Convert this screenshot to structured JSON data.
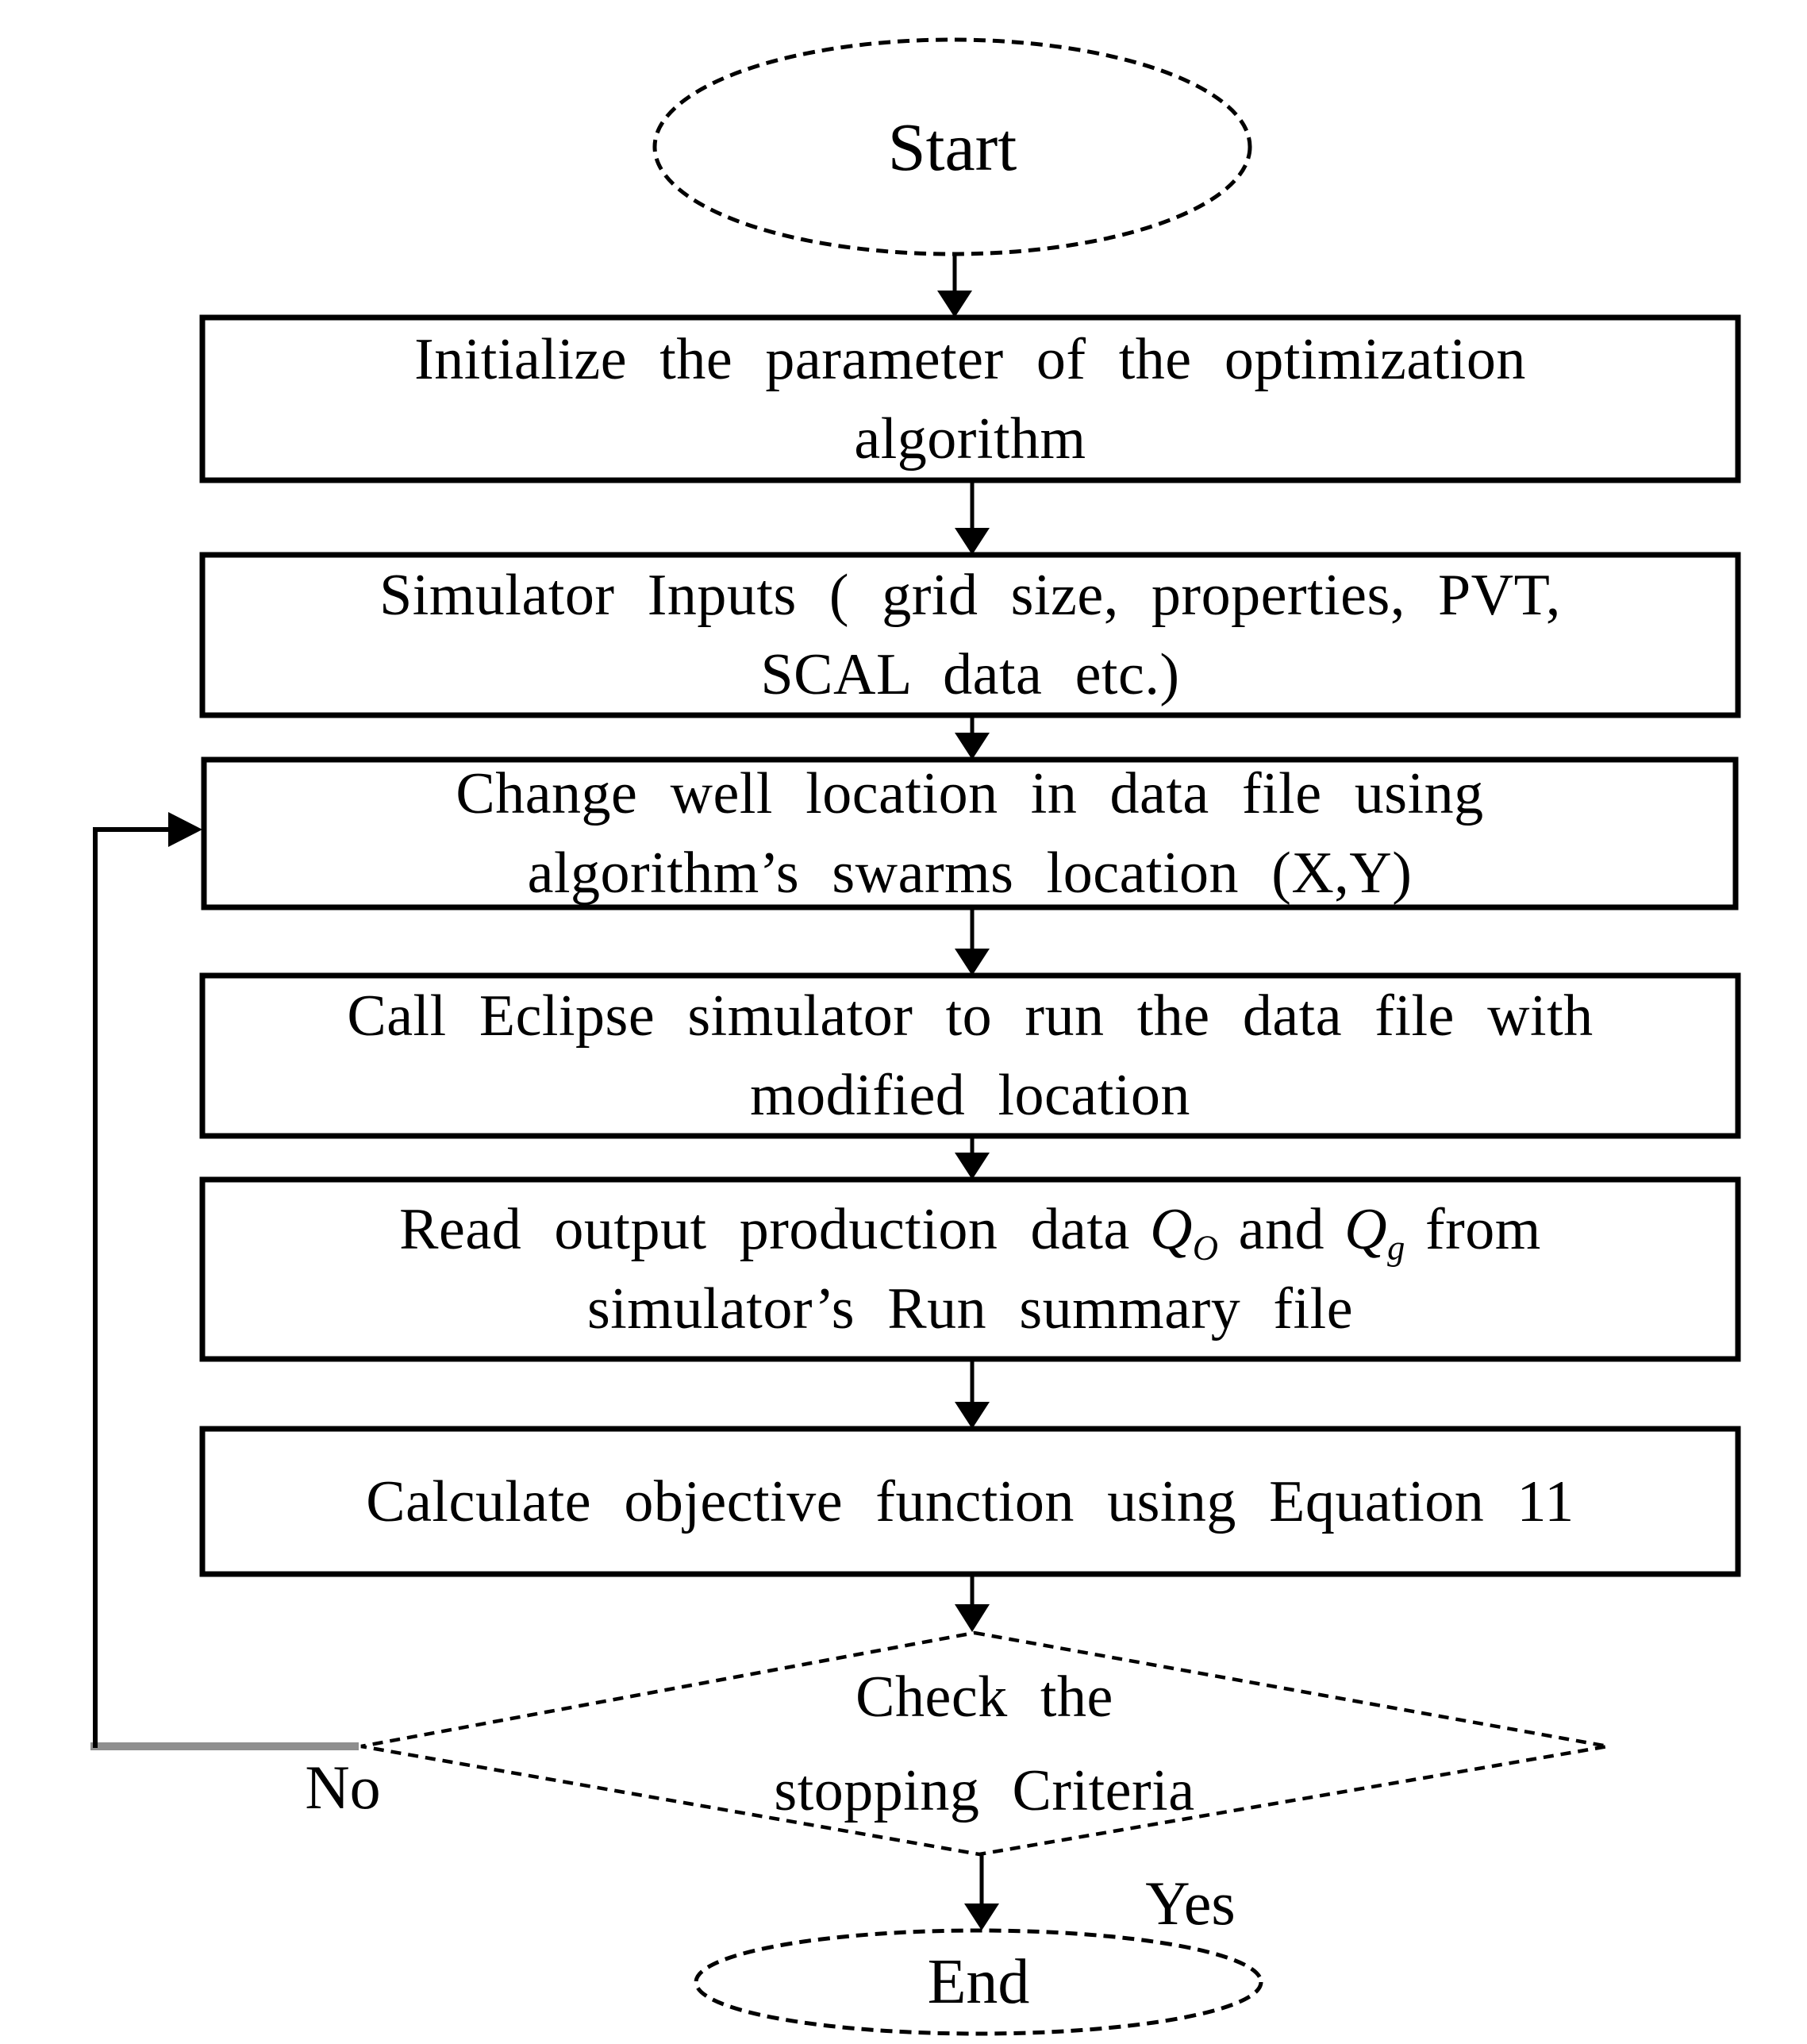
{
  "colors": {
    "stroke": "#000000",
    "loop_gray": "#8f8f8f",
    "background": "#ffffff",
    "text": "#000000"
  },
  "nodes": {
    "start": {
      "label": "Start"
    },
    "step1": {
      "line1": "Initialize the parameter of the optimization",
      "line2": "algorithm"
    },
    "step2": {
      "line1": "Simulator Inputs ( grid size, properties, PVT,",
      "line2": "SCAL data etc.)"
    },
    "step3": {
      "line1": "Change well location in data file using",
      "line2": "algorithm’s swarms location (X,Y)"
    },
    "step4": {
      "line1": "Call Eclipse simulator to run the data file with",
      "line2": "modified location"
    },
    "step5": {
      "line1_pre": "Read output production data",
      "q_oil": "Q",
      "q_oil_sub": "O",
      "conj": "and",
      "q_gas": "Q",
      "q_gas_sub": "g",
      "line1_post": "from",
      "line2": "simulator’s Run summary file"
    },
    "step6": {
      "line1": "Calculate objective function using Equation 11"
    },
    "decision": {
      "line1": "Check the",
      "line2": "stopping Criteria"
    },
    "end": {
      "label": "End"
    }
  },
  "edge_labels": {
    "no": "No",
    "yes": "Yes"
  }
}
